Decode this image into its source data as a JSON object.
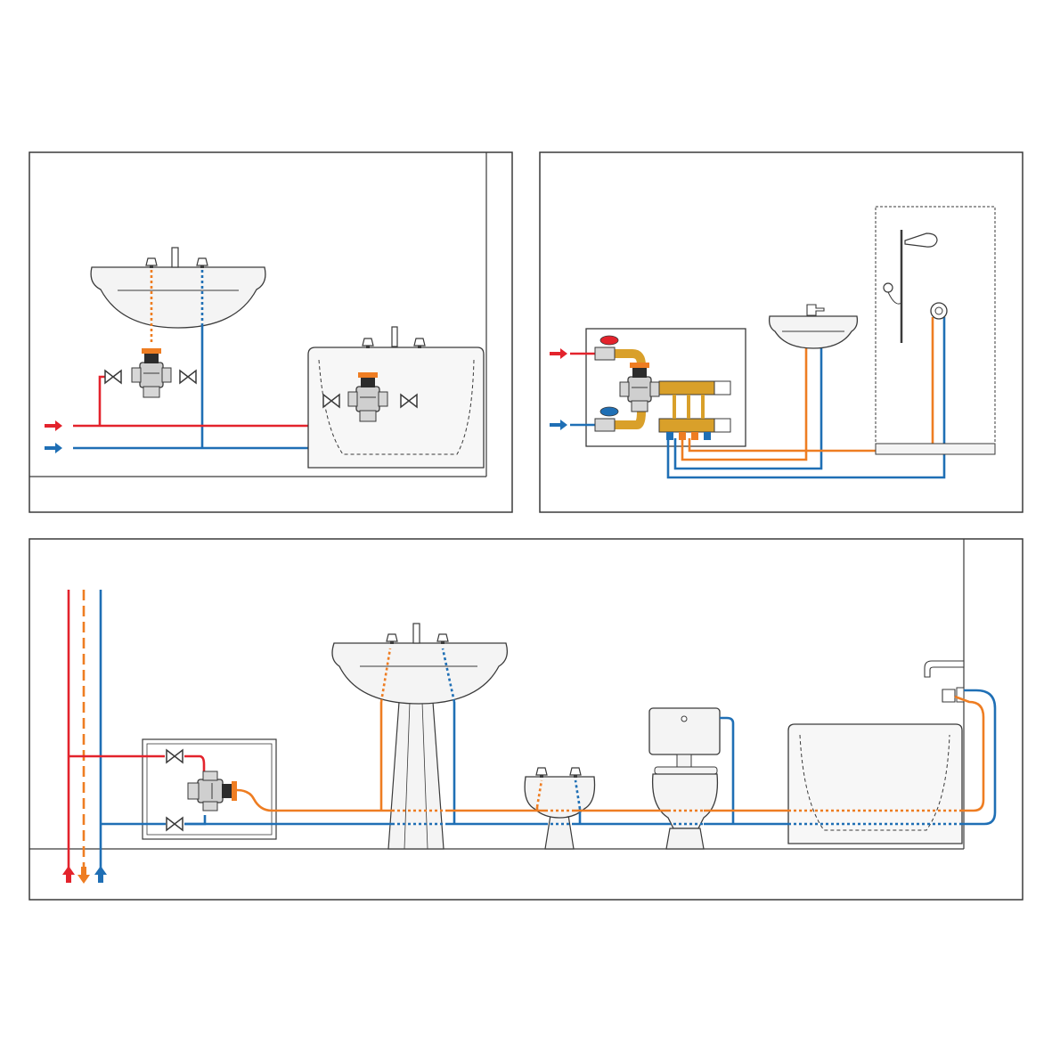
{
  "colors": {
    "hot": "#e3232c",
    "mixed": "#ee7d22",
    "cold": "#1f6fb5",
    "outline": "#3a3a3a",
    "fixture_fill": "#f4f4f4",
    "valve_body": "#c9c9c9",
    "manifold": "#d9a02a",
    "background": "#ffffff"
  },
  "icons": {
    "inlet_arrow": "arrow-right-icon",
    "riser_arrow": "arrow-up-icon",
    "mixed_riser_arrow": "arrow-down-icon",
    "isolation_valve": "bowtie-valve-icon",
    "mixing_valve": "thermostatic-mixing-valve-icon",
    "tap": "tap-handle-icon",
    "shower_head": "shower-head-icon"
  },
  "panels": [
    {
      "id": "washbasin-and-bath-point-of-use",
      "fixtures": [
        "washbasin",
        "bathtub"
      ],
      "lines": [
        "hot",
        "cold",
        "mixed"
      ]
    },
    {
      "id": "manifold-distribution",
      "fixtures": [
        "washbasin",
        "shower"
      ],
      "lines": [
        "hot",
        "cold",
        "mixed"
      ]
    },
    {
      "id": "central-mixing-valve-distribution",
      "fixtures": [
        "washbasin",
        "bidet",
        "toilet",
        "bathtub"
      ],
      "lines": [
        "hot",
        "cold",
        "mixed"
      ]
    }
  ]
}
